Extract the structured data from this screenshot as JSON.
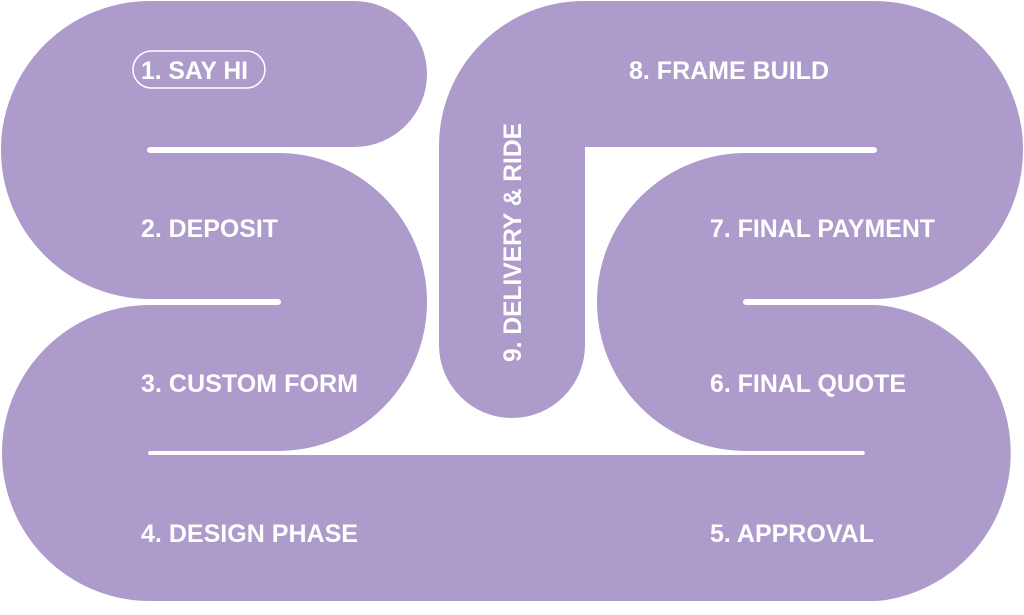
{
  "colors": {
    "path": "#ac9bcb",
    "text": "#ffffff",
    "background": "#ffffff"
  },
  "steps": [
    {
      "label": "1. SAY HI"
    },
    {
      "label": "2. DEPOSIT"
    },
    {
      "label": "3. CUSTOM FORM"
    },
    {
      "label": "4. DESIGN PHASE"
    },
    {
      "label": "5. APPROVAL"
    },
    {
      "label": "6. FINAL QUOTE"
    },
    {
      "label": "7. FINAL PAYMENT"
    },
    {
      "label": "8. FRAME BUILD"
    },
    {
      "label": "9. DELIVERY & RIDE"
    }
  ]
}
